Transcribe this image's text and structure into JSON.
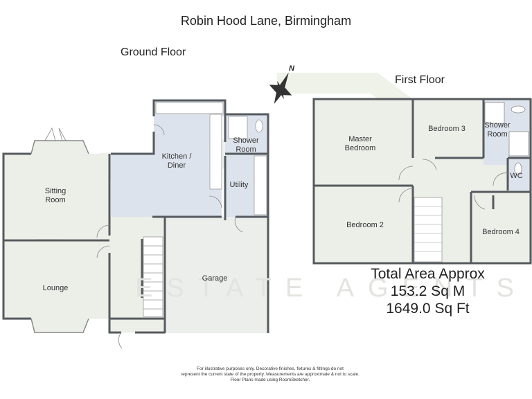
{
  "title": "Robin Hood Lane, Birmingham",
  "ground_floor": {
    "label": "Ground Floor",
    "rooms": [
      {
        "name": "Sitting Room",
        "line1": "Sitting",
        "line2": "Room"
      },
      {
        "name": "Lounge",
        "line1": "Lounge",
        "line2": ""
      },
      {
        "name": "Kitchen / Diner",
        "line1": "Kitchen /",
        "line2": "Diner"
      },
      {
        "name": "Shower Room",
        "line1": "Shower",
        "line2": "Room"
      },
      {
        "name": "Utility",
        "line1": "Utility",
        "line2": ""
      },
      {
        "name": "Garage",
        "line1": "Garage",
        "line2": ""
      }
    ]
  },
  "first_floor": {
    "label": "First Floor",
    "rooms": [
      {
        "name": "Master Bedroom",
        "line1": "Master",
        "line2": "Bedroom"
      },
      {
        "name": "Bedroom 3",
        "line1": "Bedroom 3",
        "line2": ""
      },
      {
        "name": "Shower Room",
        "line1": "Shower",
        "line2": "Room"
      },
      {
        "name": "WC",
        "line1": "WC",
        "line2": ""
      },
      {
        "name": "Bedroom 2",
        "line1": "Bedroom 2",
        "line2": ""
      },
      {
        "name": "Bedroom 4",
        "line1": "Bedroom 4",
        "line2": ""
      }
    ]
  },
  "compass": {
    "label": "N",
    "icon": "compass-star-icon"
  },
  "total_area": {
    "heading": "Total Area Approx",
    "sq_m": "153.2 Sq M",
    "sq_ft": "1649.0 Sq Ft"
  },
  "watermark": {
    "text": "ESTATE AGENTS"
  },
  "disclaimer": {
    "line1": "For illustrative purposes only. Decorative finishes, fixtures & fittings do not",
    "line2": "represent the current state of the property. Measurements are approximate & not to scale.",
    "line3": "Floor Plans made using RoomSketcher."
  },
  "colors": {
    "wall": "#555a5e",
    "living_fill": "#eceee8",
    "wet_fill": "#dde3ec",
    "garage_fill": "#eceeec"
  }
}
